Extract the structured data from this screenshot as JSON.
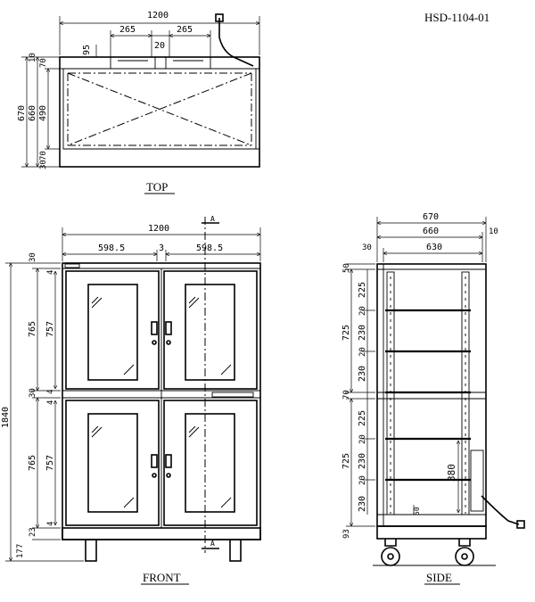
{
  "doc_id": "HSD-1104-01",
  "views": {
    "top": "TOP",
    "front": "FRONT",
    "side": "SIDE"
  },
  "section_marker": "A",
  "top_view": {
    "width": "1200",
    "slot_a": "265",
    "gap": "20",
    "slot_b": "265",
    "offset": "95",
    "depth_total": "670",
    "depth_body": "660",
    "depth_inner": "490",
    "d_top": "10",
    "d_a": "70",
    "d_b": "70",
    "d_c": "30"
  },
  "front_view": {
    "width": "1200",
    "half_left": "598.5",
    "center": "3",
    "half_right": "598.5",
    "total_height": "1840",
    "top_offset": "30",
    "upper": "765",
    "upper_inner": "757",
    "upper_a": "4",
    "upper_b": "4",
    "mid": "30",
    "lower": "765",
    "lower_inner": "757",
    "lower_a": "4",
    "lower_b": "4",
    "base": "23",
    "caster": "177"
  },
  "side_view": {
    "depth_total": "670",
    "depth_body": "660",
    "depth_inner": "630",
    "left_offset": "30",
    "right_offset": "10",
    "v_top": "50",
    "upper": "725",
    "u1": "225",
    "u2": "20",
    "u3": "230",
    "u4": "20",
    "u5": "230",
    "mid": "70",
    "lower": "725",
    "l1": "225",
    "l2": "20",
    "l3": "230",
    "l4": "20",
    "l5": "230",
    "base": "93",
    "clearance": "380",
    "small": "50"
  }
}
